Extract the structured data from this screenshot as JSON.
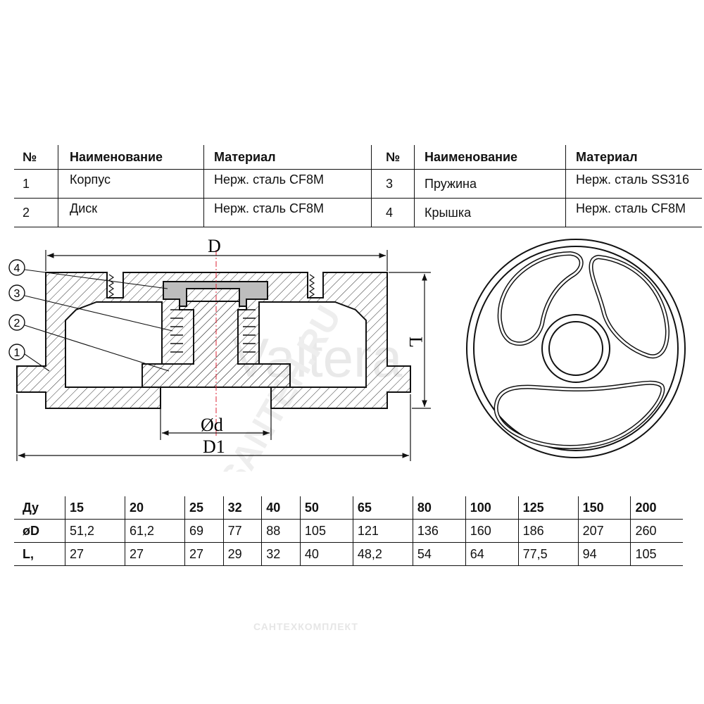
{
  "parts_table": {
    "headers": [
      "№",
      "Наименование",
      "Материал",
      "№",
      "Наименование",
      "Материал"
    ],
    "rows": [
      [
        "1",
        "Корпус",
        "Нерж. сталь CF8M",
        "3",
        "Пружина",
        "Нерж. сталь SS316"
      ],
      [
        "2",
        "Диск",
        "Нерж. сталь CF8M",
        "4",
        "Крышка",
        "Нерж. сталь CF8M"
      ]
    ]
  },
  "drawing": {
    "labels": {
      "D": "D",
      "d": "Ød",
      "D1": "D1",
      "L": "L"
    },
    "callouts": [
      "1",
      "2",
      "3",
      "4"
    ],
    "watermark": "Valtera",
    "watermark_site": "SANTEH.RU"
  },
  "dims_table": {
    "rows": [
      [
        "Ду",
        "15",
        "20",
        "25",
        "32",
        "40",
        "50",
        "65",
        "80",
        "100",
        "125",
        "150",
        "200"
      ],
      [
        "øD",
        "51,2",
        "61,2",
        "69",
        "77",
        "88",
        "105",
        "121",
        "136",
        "160",
        "186",
        "207",
        "260"
      ],
      [
        "L,",
        "27",
        "27",
        "27",
        "29",
        "32",
        "40",
        "48,2",
        "54",
        "64",
        "77,5",
        "94",
        "105"
      ]
    ]
  },
  "footer_watermark": "САНТЕХКОМПЛЕКТ"
}
